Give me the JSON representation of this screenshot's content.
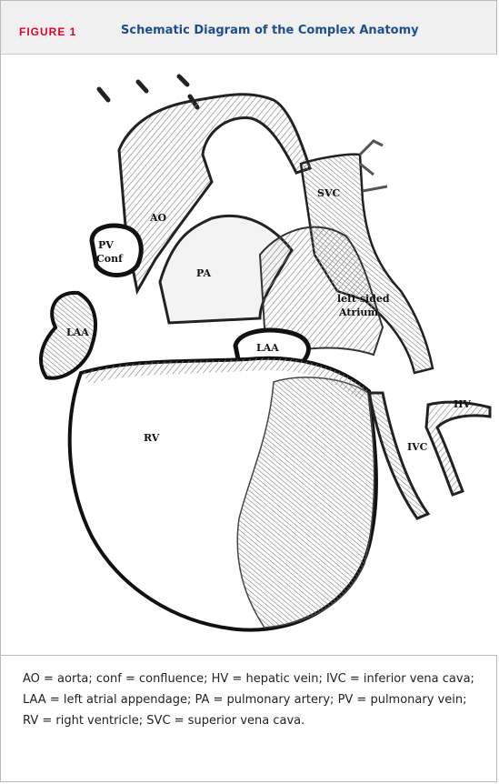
{
  "figure": {
    "label": "FIGURE 1",
    "title": "Schematic Diagram of the Complex Anatomy",
    "label_color": "#e4002b",
    "title_color": "#1f4e8c"
  },
  "diagram": {
    "labels": {
      "ao": "AO",
      "pv_conf_line1": "PV",
      "pv_conf_line2": "Conf",
      "pa": "PA",
      "svc": "SVC",
      "left_atrium_line1": "left sided",
      "left_atrium_line2": "Atrium",
      "laa_left": "LAA",
      "laa_right": "LAA",
      "rv": "RV",
      "hv": "HV",
      "ivc": "IVC"
    }
  },
  "caption": {
    "text": "AO = aorta; conf = confluence; HV = hepatic vein; IVC = inferior vena cava; LAA = left atrial appendage; PA = pulmonary artery; PV = pulmonary vein; RV = right ventricle; SVC = superior vena cava."
  }
}
